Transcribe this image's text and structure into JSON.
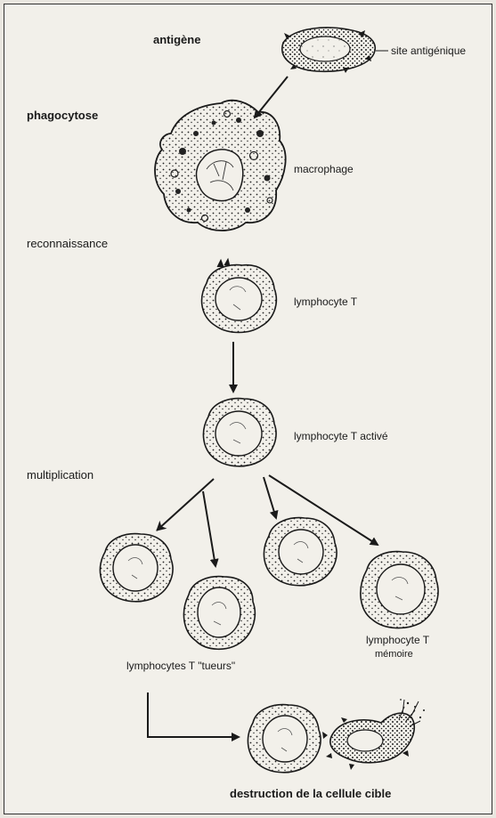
{
  "labels": {
    "antigene": "antigène",
    "site_antigenique": "site antigénique",
    "phagocytose": "phagocytose",
    "macrophage": "macrophage",
    "reconnaissance": "reconnaissance",
    "lymphocyte_t": "lymphocyte T",
    "lymphocyte_t_active": "lymphocyte T activé",
    "multiplication": "multiplication",
    "lymphocytes_tueurs": "lymphocytes T \"tueurs\"",
    "lymphocyte_t_memoire_line1": "lymphocyte T",
    "lymphocyte_t_memoire_line2": "mémoire",
    "destruction": "destruction de la cellule cible"
  },
  "colors": {
    "ink": "#1a1a1a",
    "paper": "#f2f0ea",
    "background": "#e9e6e0"
  }
}
